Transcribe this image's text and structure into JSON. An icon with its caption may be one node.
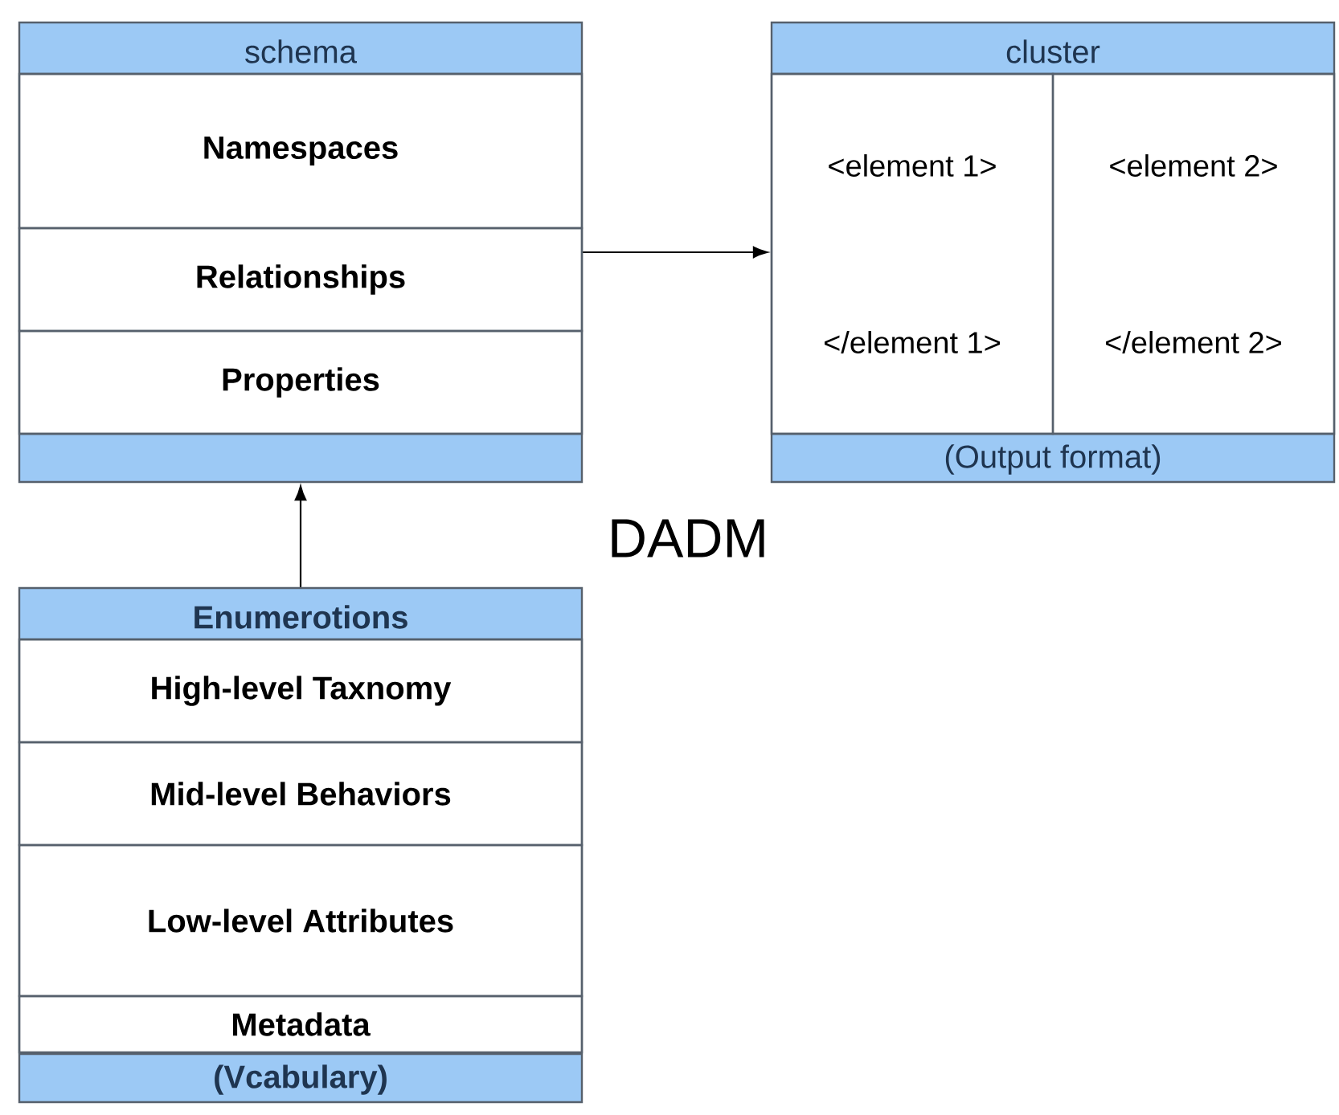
{
  "diagram": {
    "nodes": [
      {
        "text": [
          "schema"
        ]
      },
      {
        "text": [
          "Namespaces"
        ],
        "in": 0
      },
      {
        "text": [
          "Relationships"
        ],
        "in": 0
      },
      {
        "text": [
          "Properties"
        ],
        "in": 0
      },
      {
        "text": [
          "cluster",
          "(Output format)"
        ]
      },
      {
        "text": [
          "<element 1>",
          "</element 1>"
        ],
        "in": 4
      },
      {
        "text": [
          "<element 2>",
          "</element 2>"
        ],
        "in": 4
      },
      {
        "text": [
          "Enumerotions",
          "(Vcabulary)"
        ]
      },
      {
        "text": [
          "High-level Taxnomy"
        ],
        "in": 7
      },
      {
        "text": [
          "Mid-level Behaviors"
        ],
        "in": 7
      },
      {
        "text": [
          "Low-level Attributes"
        ],
        "in": 7
      },
      {
        "text": [
          "Metadata"
        ],
        "in": 7
      }
    ],
    "edges": [
      {
        "from": 0,
        "to": 4,
        "arrow": "to"
      },
      {
        "from": 7,
        "to": 0,
        "arrow": "to"
      }
    ],
    "labels": [
      "DADM"
    ]
  }
}
